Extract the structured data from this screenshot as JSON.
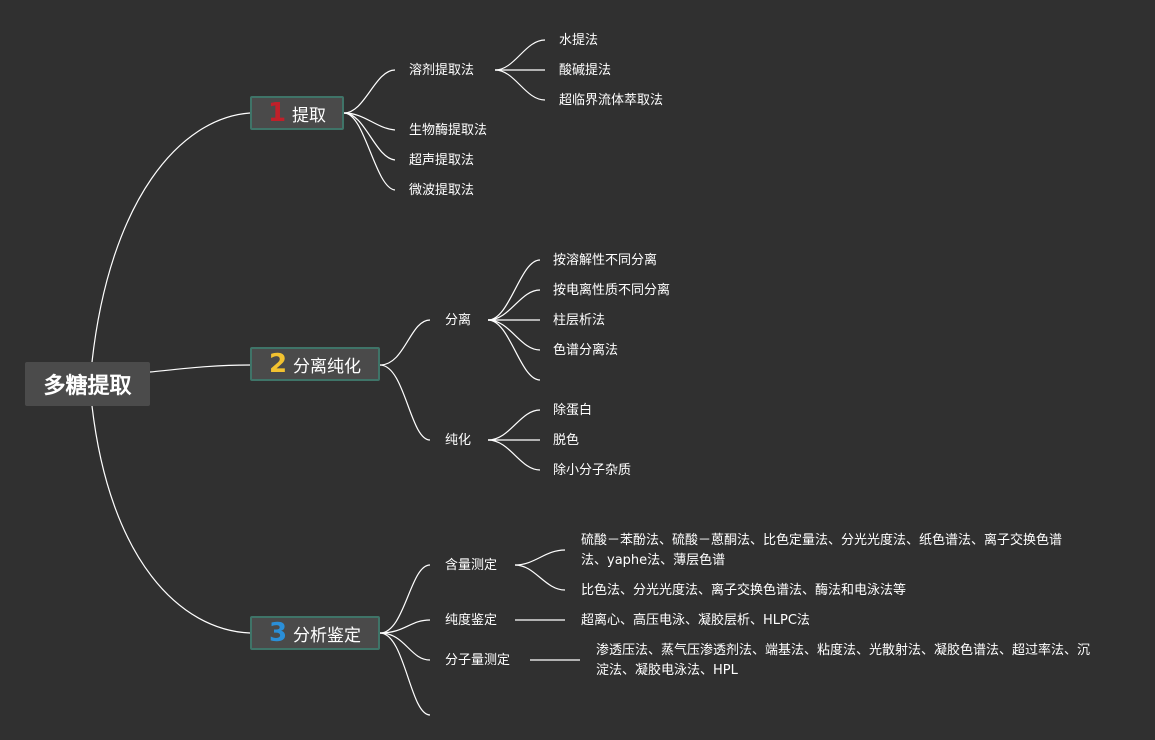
{
  "root": {
    "label": "多糖提取"
  },
  "branches": {
    "extract": {
      "badge": "1",
      "badge_color": "#c0202a",
      "label": "提取",
      "solvent": {
        "label": "溶剂提取法",
        "items": [
          "水提法",
          "酸碱提法",
          "超临界流体萃取法"
        ]
      },
      "others": [
        "生物酶提取法",
        "超声提取法",
        "微波提取法"
      ]
    },
    "separate": {
      "badge": "2",
      "badge_color": "#f2c230",
      "label": "分离纯化",
      "separation": {
        "label": "分离",
        "items": [
          "按溶解性不同分离",
          "按电离性质不同分离",
          "柱层析法",
          "色谱分离法"
        ]
      },
      "purification": {
        "label": "纯化",
        "items": [
          "除蛋白",
          "脱色",
          "除小分子杂质"
        ]
      }
    },
    "analyze": {
      "badge": "3",
      "badge_color": "#2a8fd8",
      "label": "分析鉴定",
      "content": {
        "label": "含量测定",
        "items": [
          "硫酸－苯酚法、硫酸－蒽酮法、比色定量法、分光光度法、纸色谱法、离子交换色谱法、yaphe法、薄层色谱",
          "比色法、分光光度法、离子交换色谱法、酶法和电泳法等"
        ]
      },
      "purity": {
        "label": "纯度鉴定",
        "items": [
          "超离心、高压电泳、凝胶层析、HLPC法"
        ]
      },
      "molecular": {
        "label": "分子量测定",
        "items": [
          "渗透压法、蒸气压渗透剂法、端基法、粘度法、光散射法、凝胶色谱法、超过率法、沉淀法、凝胶电泳法、HPL"
        ]
      }
    }
  },
  "colors": {
    "background": "#303030",
    "line": "#ffffff",
    "node_border": "#3f7468",
    "node_fill": "#4a4a4a"
  }
}
